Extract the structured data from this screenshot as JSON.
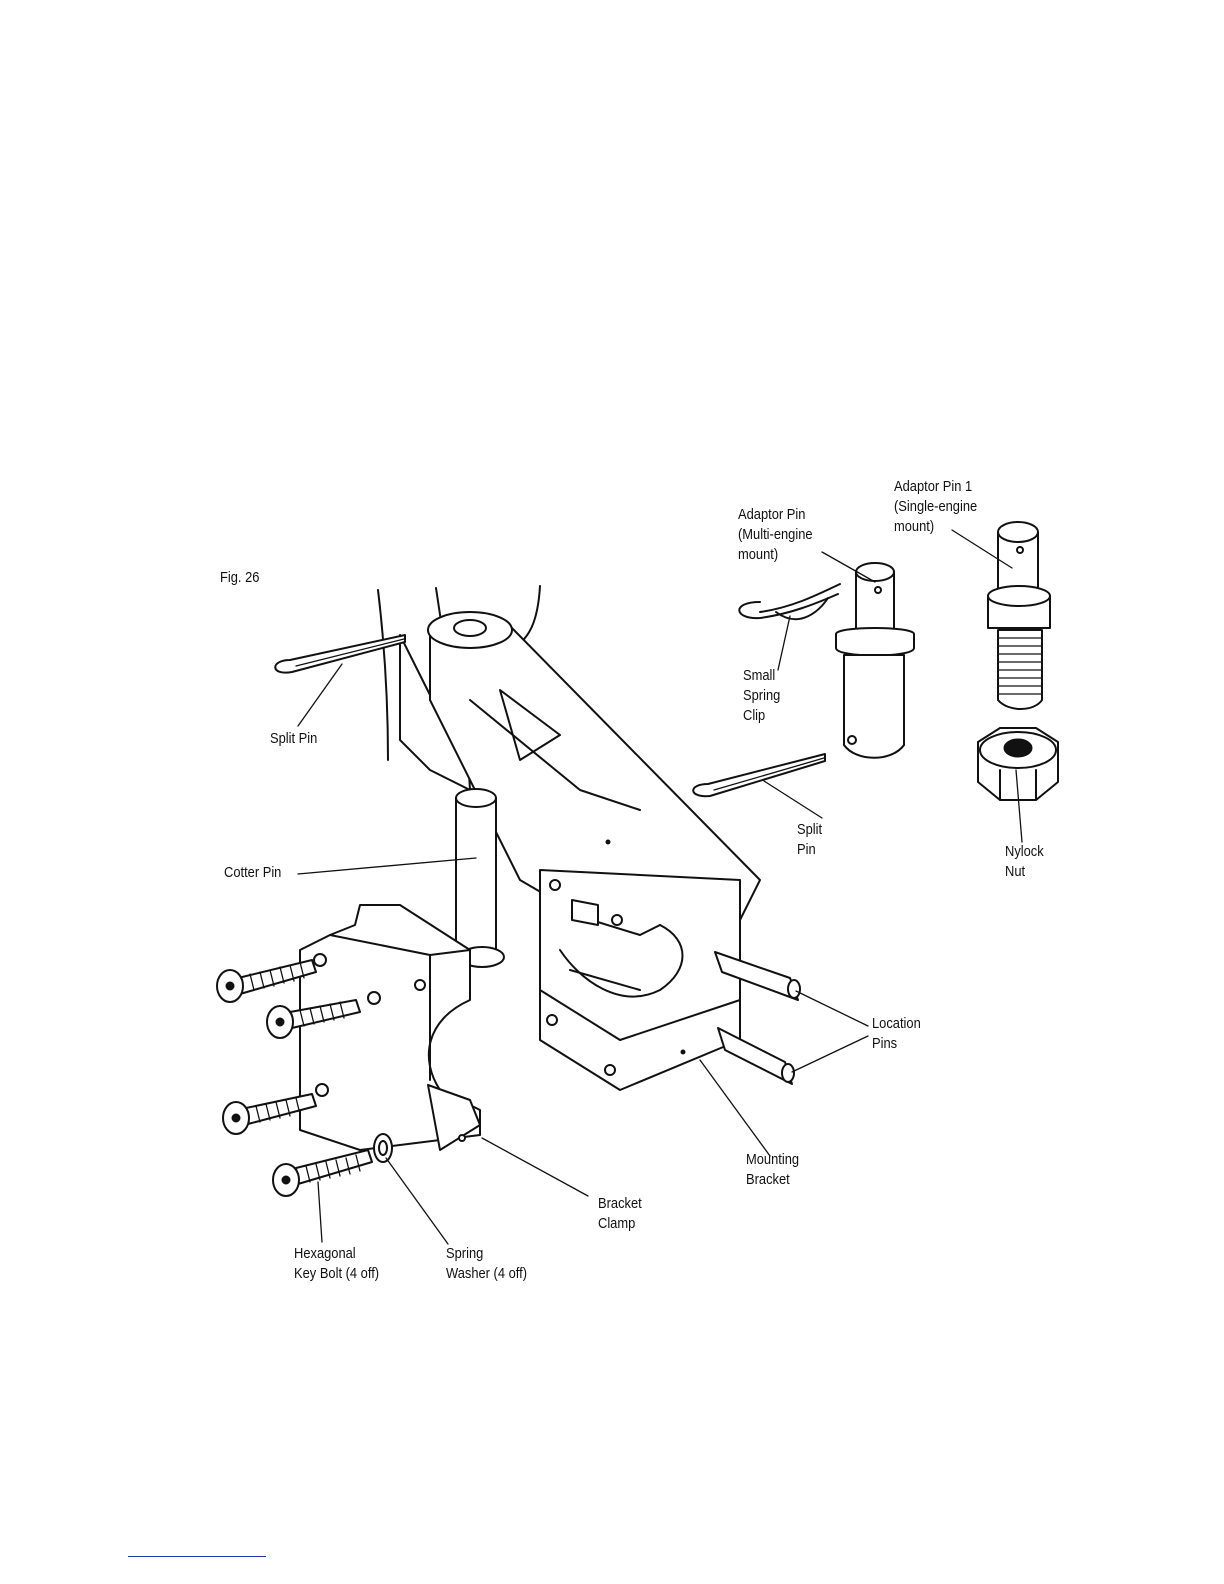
{
  "figure": {
    "label": "Fig. 26"
  },
  "labels": {
    "adaptor_pin_1": [
      "Adaptor Pin 1",
      "(Single-engine",
      "mount)"
    ],
    "adaptor_pin_multi": [
      "Adaptor Pin",
      "(Multi-engine",
      "mount)"
    ],
    "small_spring_clip": [
      "Small",
      "Spring",
      "Clip"
    ],
    "split_pin_left": [
      "Split Pin"
    ],
    "split_pin_right": [
      "Split",
      "Pin"
    ],
    "nylock_nut": [
      "Nylock",
      "Nut"
    ],
    "cotter_pin": [
      "Cotter Pin"
    ],
    "location_pins": [
      "Location",
      "Pins"
    ],
    "mounting_bracket": [
      "Mounting",
      "Bracket"
    ],
    "bracket_clamp": [
      "Bracket",
      "Clamp"
    ],
    "hex_key_bolt": [
      "Hexagonal",
      "Key Bolt (4 off)"
    ],
    "spring_washer": [
      "Spring",
      "Washer (4 off)"
    ]
  },
  "colors": {
    "ink": "#111111",
    "paper": "#ffffff",
    "footer_rule": "#2233aa"
  }
}
